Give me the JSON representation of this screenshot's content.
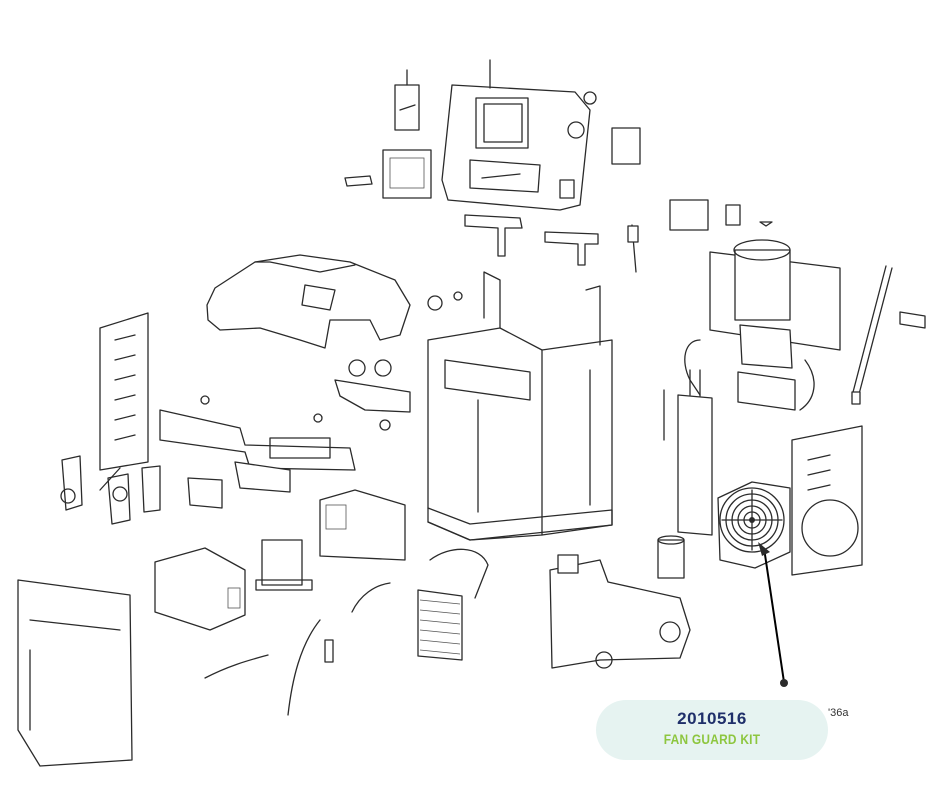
{
  "callout": {
    "part_number": "2010516",
    "part_name": "FAN GUARD KIT",
    "text_color_number": "#1f2f6a",
    "text_color_name": "#8dc63f",
    "background": "#e6f3f1"
  },
  "drawing_id_fragment": "'36a",
  "highlighted_part": "fan-guard"
}
